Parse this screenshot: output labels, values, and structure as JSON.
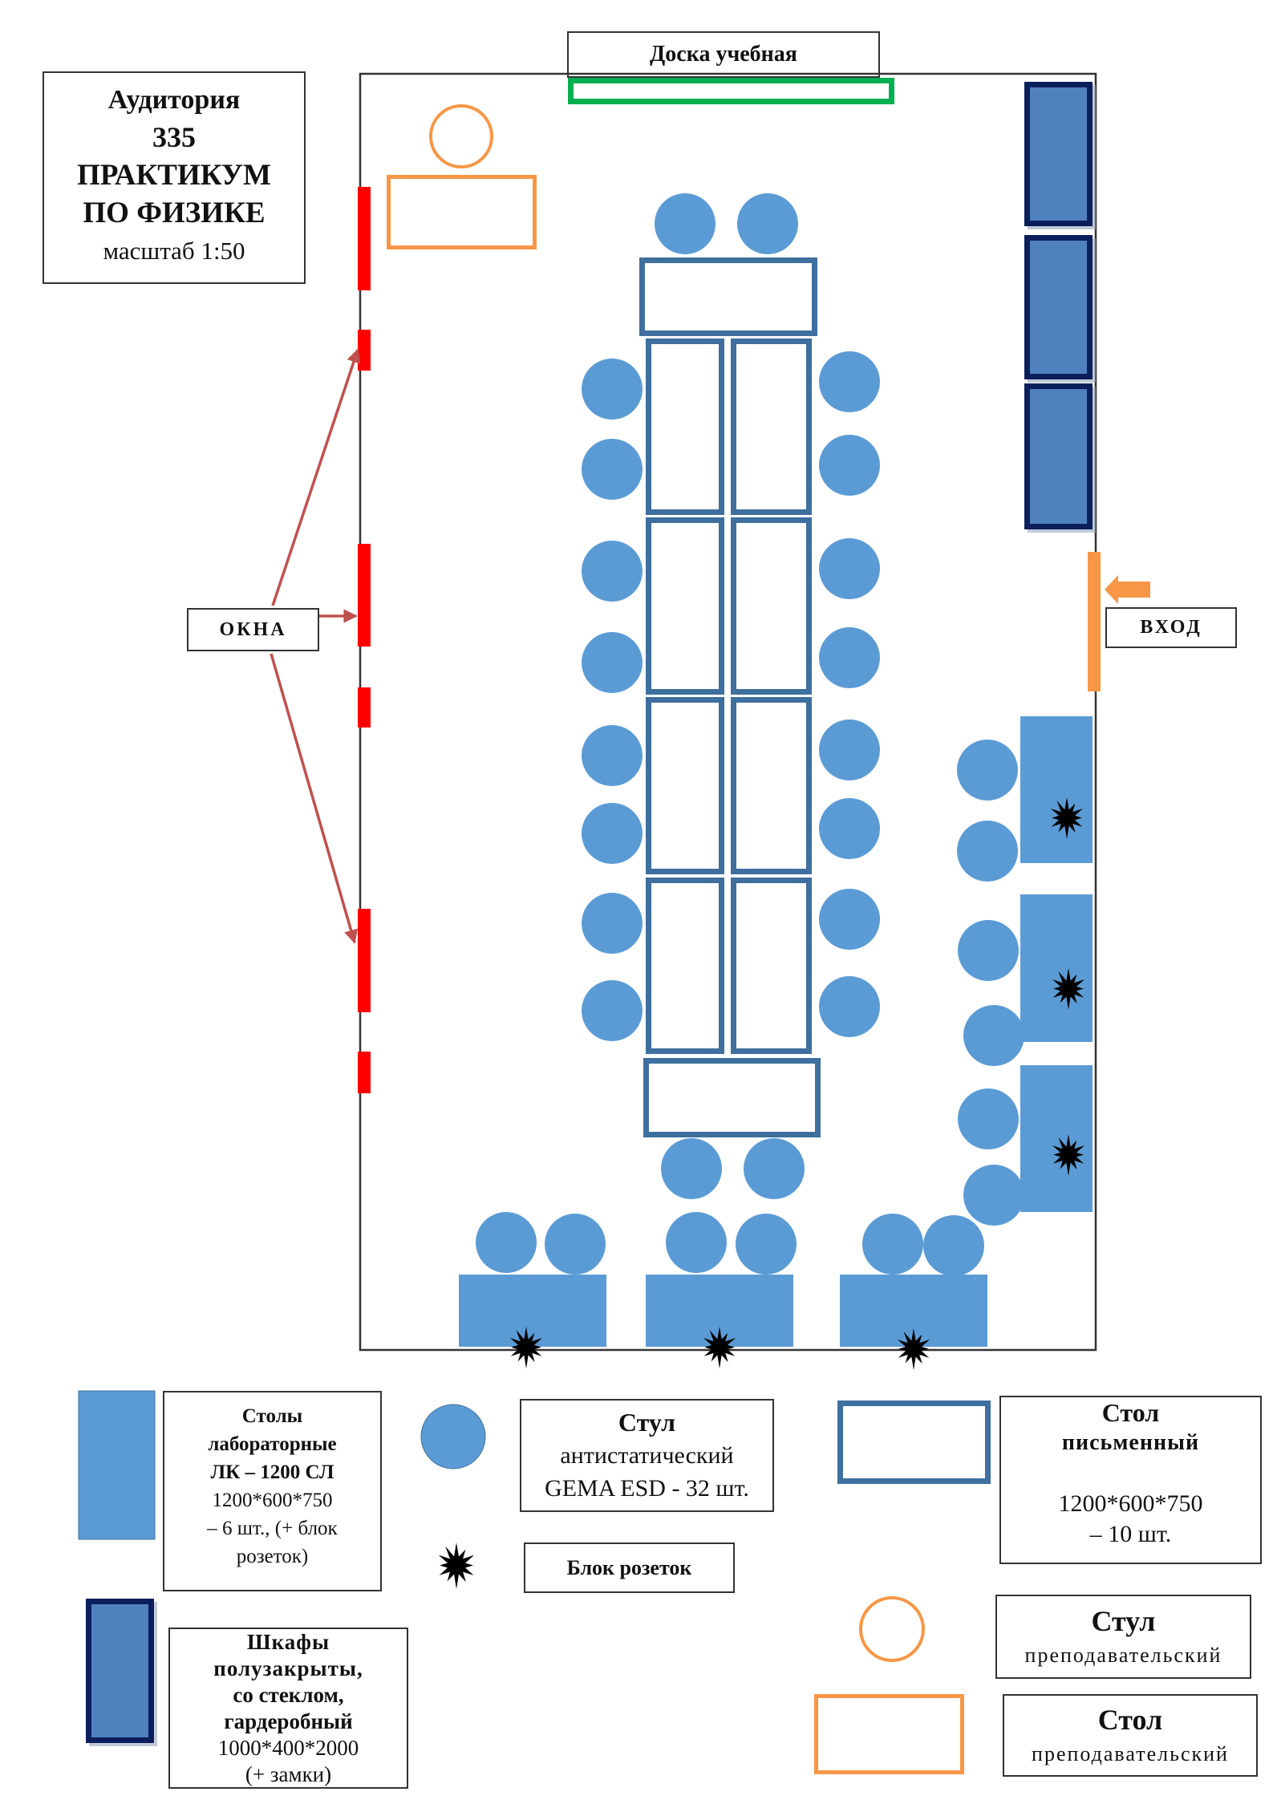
{
  "title_box": {
    "room_label": "Аудитория",
    "room_number": "335",
    "purpose_line1": "ПРАКТИКУМ",
    "purpose_line2": "ПО ФИЗИКЕ",
    "scale": "масштаб 1:50"
  },
  "plan": {
    "board_label": "Доска учебная",
    "windows_label": "ОКНА",
    "entrance_label": "ВХОД"
  },
  "legend": {
    "lab_tables": {
      "lines": [
        "Столы",
        "лабораторные",
        "ЛК – 1200 СЛ",
        "1200*600*750",
        "– 6 шт., (+ блок",
        "розеток)"
      ]
    },
    "chair": {
      "title": "Стул",
      "lines": [
        "антистатический",
        "GEMA ESD - 32 шт."
      ]
    },
    "outlet": {
      "label": "Блок розеток"
    },
    "desk": {
      "title": "Стол",
      "subtitle": "письменный",
      "lines": [
        "1200*600*750",
        "– 10 шт."
      ]
    },
    "cabinets": {
      "lines": [
        "Шкафы",
        "полузакрыты,",
        "со стеклом,",
        "гардеробный",
        "1000*400*2000",
        "(+ замки)"
      ]
    },
    "teacher_chair": {
      "title": "Стул",
      "subtitle": "преподавательский"
    },
    "teacher_desk": {
      "title": "Стол",
      "subtitle": "преподавательский"
    }
  },
  "colors": {
    "chair": "#5b9bd5",
    "lab_table": "#5b9bd5",
    "desk_border": "#3e6f9f",
    "cabinet_fill": "#4f81bd",
    "cabinet_border": "#0b1f5c",
    "teacher_furniture": "#f79646",
    "board": "#00b050",
    "window": "#ff0000",
    "entrance": "#f79646",
    "outlet": "#ed7d31",
    "window_arrow": "#c0504d"
  }
}
